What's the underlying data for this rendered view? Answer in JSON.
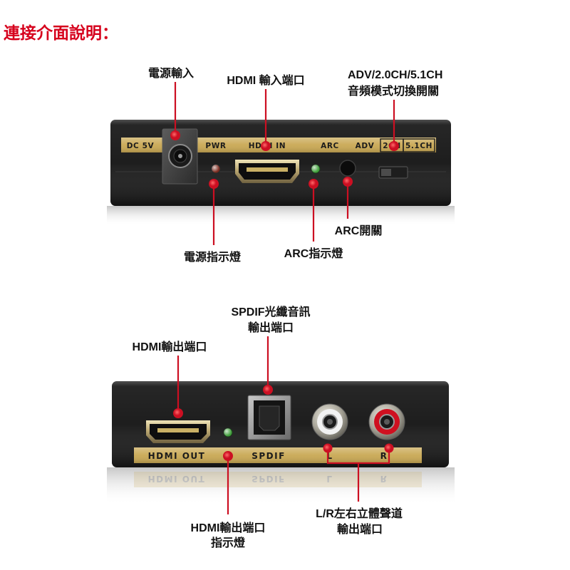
{
  "title": "連接介面說明：",
  "colors": {
    "title": "#d6001c",
    "accent": "#cc0f22",
    "band": "#c9a853",
    "body": "#191919",
    "led_power": "#7a2a1e",
    "led_green": "#3f9e3a",
    "rca_left": "#f2f2f2",
    "rca_right": "#cf1020",
    "label_text": "#111111"
  },
  "front_panel": {
    "band": {
      "dc": "DC 5V",
      "pwr": "PWR",
      "hdmi_in": "HDMI IN",
      "arc": "ARC",
      "adv": "ADV",
      "ch2": "2CH",
      "ch51": "5.1CH"
    },
    "callouts": {
      "power_input": "電源輸入",
      "hdmi_input": "HDMI 輸入端口",
      "audio_mode": [
        "ADV/2.0CH/5.1CH",
        "音頻模式切換開關"
      ],
      "power_led": "電源指示燈",
      "arc_led": "ARC指示燈",
      "arc_switch": "ARC開關"
    }
  },
  "rear_panel": {
    "band": {
      "hdmi_out": "HDMI OUT",
      "spdif": "SPDIF",
      "left": "L",
      "right": "R"
    },
    "callouts": {
      "spdif_output": [
        "SPDIF光纖音訊",
        "輸出端口"
      ],
      "hdmi_output": "HDMI輸出端口",
      "hdmi_output_led": [
        "HDMI輸出端口",
        "指示燈"
      ],
      "stereo_output": [
        "L/R左右立體聲道",
        "輸出端口"
      ]
    }
  }
}
